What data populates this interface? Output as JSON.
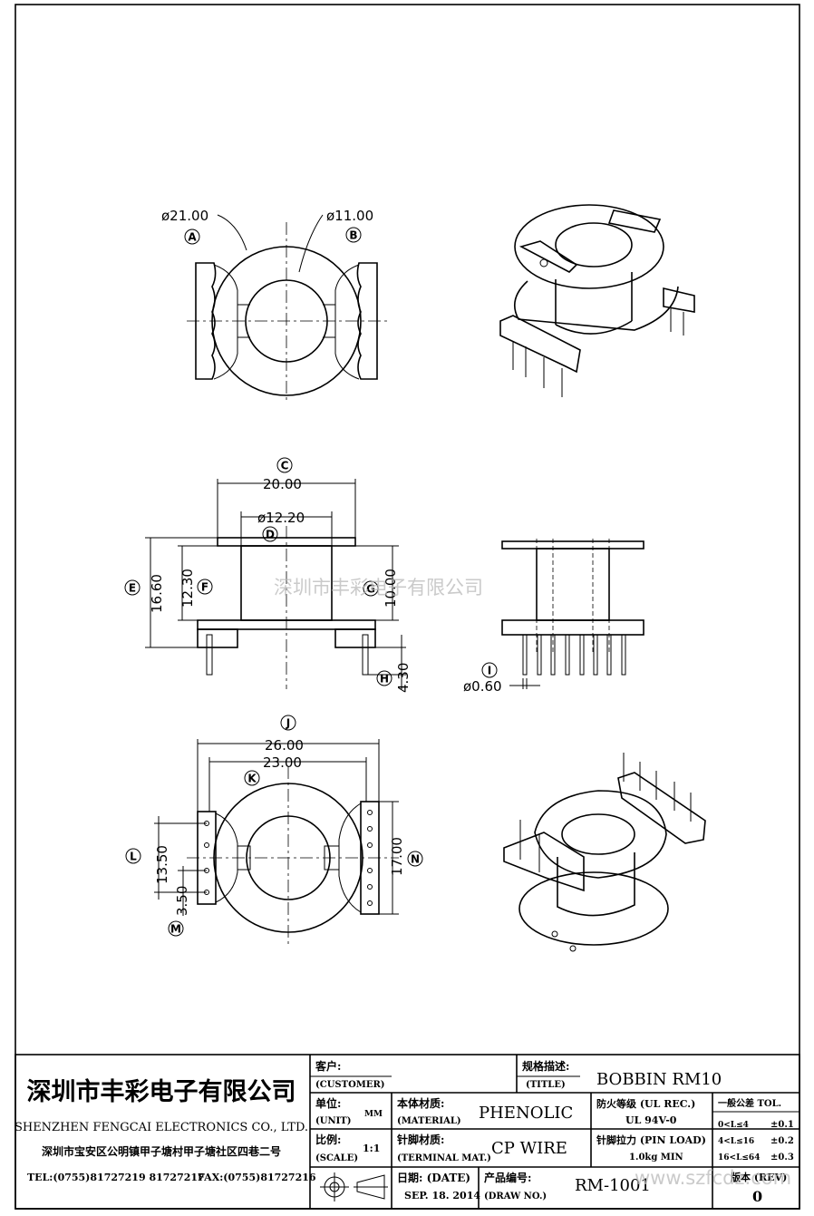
{
  "top_view": {
    "dim_a": "ø21.00",
    "label_a": "A",
    "dim_b": "ø11.00",
    "label_b": "B"
  },
  "side_view": {
    "dim_c": "20.00",
    "label_c": "C",
    "dim_d": "ø12.20",
    "label_d": "D",
    "dim_e": "16.60",
    "label_e": "E",
    "dim_f": "12.30",
    "label_f": "F",
    "dim_g": "10.00",
    "label_g": "G",
    "dim_h": "4.30",
    "label_h": "H",
    "dim_i": "ø0.60",
    "label_i": "I"
  },
  "bottom_view": {
    "dim_j": "26.00",
    "label_j": "J",
    "dim_k": "23.00",
    "label_k": "K",
    "dim_l": "13.50",
    "label_l": "L",
    "dim_m": "3.50",
    "label_m": "M",
    "dim_n": "17.00",
    "label_n": "N"
  },
  "watermark": "深圳市丰彩电子有限公司",
  "watermark_url": "www.szfcdz.com",
  "title_block": {
    "company_cn": "深圳市丰彩电子有限公司",
    "company_en": "SHENZHEN FENGCAI ELECTRONICS CO., LTD.",
    "address": "深圳市宝安区公明镇甲子塘村甲子塘社区四巷二号",
    "tel": "TEL:(0755)81727219  81727217",
    "fax": "FAX:(0755)81727216",
    "customer_label_cn": "客户:",
    "customer_label_en": "(CUSTOMER)",
    "title_label_cn": "规格描述:",
    "title_label_en": "(TITLE)",
    "title_value": "BOBBIN RM10",
    "unit_label_cn": "单位:",
    "unit_label_en": "(UNIT)",
    "unit_value": "MM",
    "material_label_cn": "本体材质:",
    "material_label_en": "(MATERIAL)",
    "material_value": "PHENOLIC",
    "fire_label": "防火等级 (UL REC.)",
    "fire_value": "UL 94V-0",
    "tol_header": "一般公差 TOL.",
    "tol_rows": [
      {
        "range": "0<L≤4",
        "tol": "±0.1"
      },
      {
        "range": "4<L≤16",
        "tol": "±0.2"
      },
      {
        "range": "16<L≤64",
        "tol": "±0.3"
      }
    ],
    "scale_label_cn": "比例:",
    "scale_label_en": "(SCALE)",
    "scale_value": "1:1",
    "terminal_label_cn": "针脚材质:",
    "terminal_label_en": "(TERMINAL MAT.)",
    "terminal_value": "CP WIRE",
    "pin_load_label": "针脚拉力 (PIN LOAD)",
    "pin_load_value": "1.0kg MIN",
    "date_label": "日期: (DATE)",
    "date_value": "SEP. 18. 2014",
    "drawno_label_cn": "产品编号:",
    "drawno_label_en": "(DRAW NO.)",
    "drawno_value": "RM-1001",
    "rev_label": "版本 (REV)",
    "rev_value": "0"
  }
}
